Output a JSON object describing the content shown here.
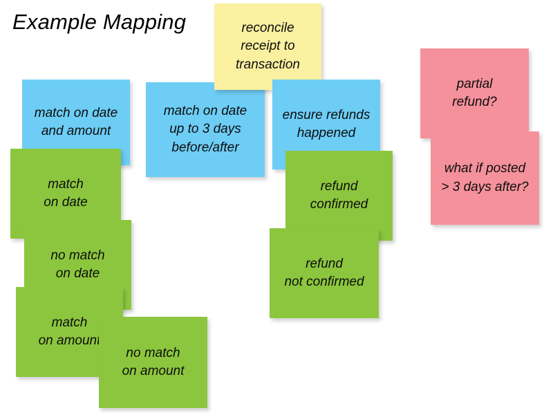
{
  "page": {
    "title": "Example Mapping",
    "background_color": "#ffffff"
  },
  "colors": {
    "yellow": "#faf0a0",
    "blue": "#6dcdf5",
    "green": "#8cc63e",
    "pink": "#f5919b",
    "text": "#0d0d0d"
  },
  "notes": {
    "story": {
      "color_name": "yellow",
      "text": "reconcile\nreceipt to\ntransaction"
    },
    "rules": [
      {
        "color_name": "blue",
        "text": "match on date\nand amount"
      },
      {
        "color_name": "blue",
        "text": "match on date\nup to 3 days\nbefore/after"
      },
      {
        "color_name": "blue",
        "text": "ensure refunds\nhappened"
      }
    ],
    "examples": [
      {
        "color_name": "green",
        "text": "match\non date"
      },
      {
        "color_name": "green",
        "text": "no match\non date"
      },
      {
        "color_name": "green",
        "text": "match\non amount"
      },
      {
        "color_name": "green",
        "text": "no match\non amount"
      },
      {
        "color_name": "green",
        "text": "refund\nconfirmed"
      },
      {
        "color_name": "green",
        "text": "refund\nnot confirmed"
      }
    ],
    "questions": [
      {
        "color_name": "pink",
        "text": "partial\nrefund?"
      },
      {
        "color_name": "pink",
        "text": "what if posted\n> 3 days after?"
      }
    ]
  }
}
